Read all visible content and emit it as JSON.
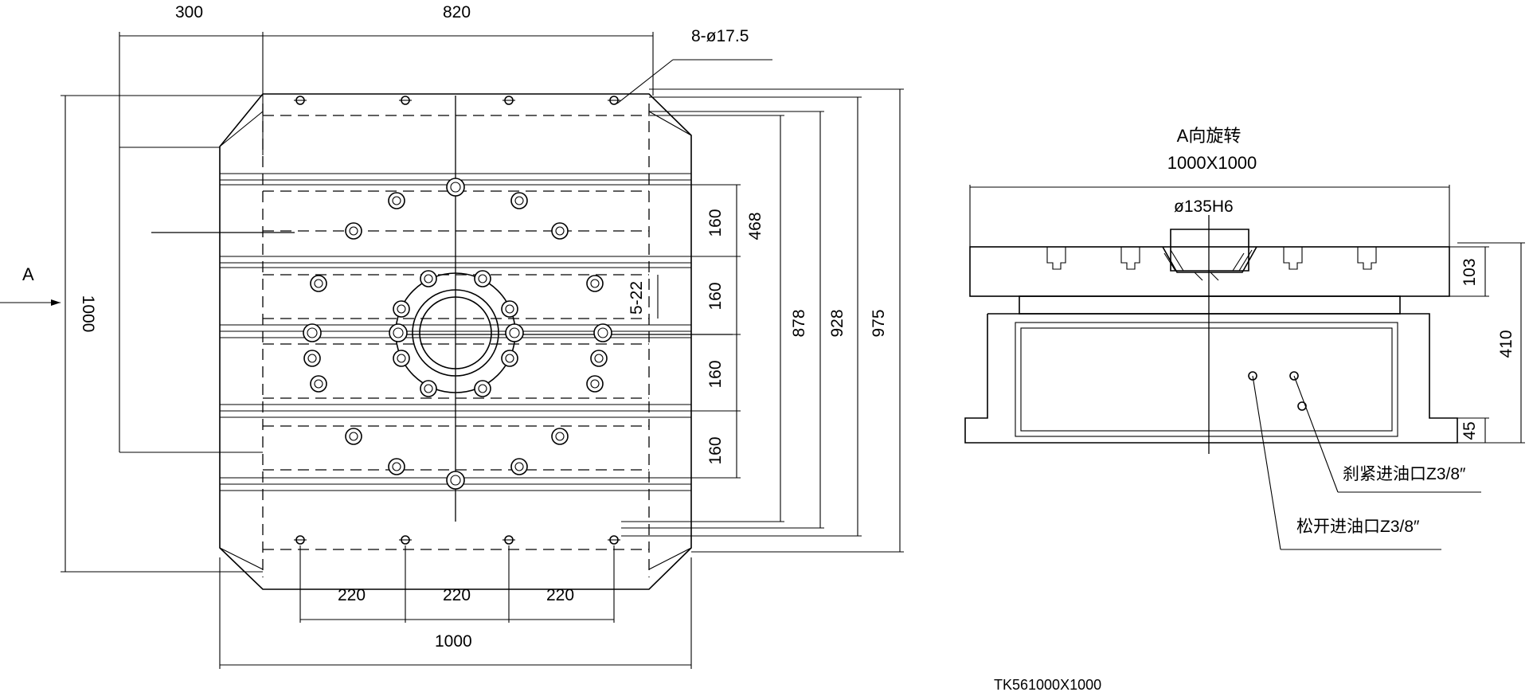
{
  "drawing_code": "TK561000X1000",
  "plan_view": {
    "view_marker": "A",
    "top_dims": [
      "300",
      "820"
    ],
    "hole_callout": "8-ø17.5",
    "left_dim": "1000",
    "right_dims": [
      "160",
      "468",
      "160",
      "5-22",
      "160",
      "160",
      "878",
      "928",
      "975"
    ],
    "bottom_dims": [
      "220",
      "220",
      "220",
      "1000"
    ]
  },
  "section_view": {
    "title": "A向旋转",
    "subtitle": "1000X1000",
    "bore_callout": "ø135H6",
    "right_dims": [
      "103",
      "410",
      "45"
    ],
    "callout_clamp": "刹紧进油口Z3/8″",
    "callout_release": "松开进油口Z3/8″"
  }
}
